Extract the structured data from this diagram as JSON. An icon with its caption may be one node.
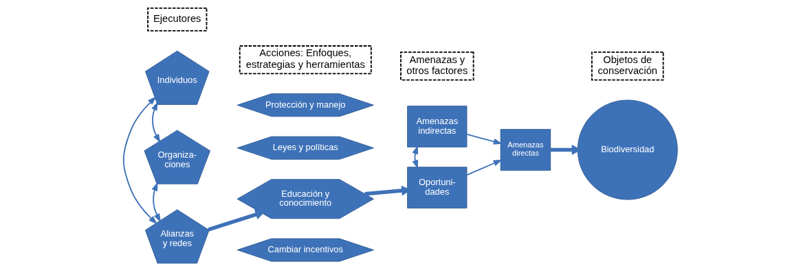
{
  "diagram": {
    "nodes": [
      {
        "text": [
          "Ejecutores"
        ]
      },
      {
        "text": [
          "Acciones: Enfoques, estrategias y herramientas"
        ]
      },
      {
        "text": [
          "Amenazas y otros factores"
        ]
      },
      {
        "text": [
          "Objetos de conservación"
        ]
      },
      {
        "text": [
          "Individuos"
        ]
      },
      {
        "text": [
          "Organiza- ciones"
        ]
      },
      {
        "text": [
          "Alianzas y redes"
        ]
      },
      {
        "text": [
          "Protección y manejo"
        ]
      },
      {
        "text": [
          "Leyes y políticas"
        ]
      },
      {
        "text": [
          "Educación y conocimiento"
        ]
      },
      {
        "text": [
          "Cambiar incentivos"
        ]
      },
      {
        "text": [
          "Amenazas indirectas"
        ]
      },
      {
        "text": [
          "Oportuni- dades"
        ]
      },
      {
        "text": [
          "Amenazas directas"
        ]
      },
      {
        "text": [
          "Biodiversidad"
        ]
      }
    ],
    "edges": [
      {
        "from": 4,
        "to": 5,
        "arrow": "both"
      },
      {
        "from": 4,
        "to": 6,
        "arrow": "both"
      },
      {
        "from": 5,
        "to": 6,
        "arrow": "both"
      },
      {
        "from": 6,
        "to": 9,
        "arrow": "to",
        "style": "thick"
      },
      {
        "from": 9,
        "to": 12,
        "arrow": "to",
        "style": "thick"
      },
      {
        "from": 11,
        "to": 12,
        "arrow": "both"
      },
      {
        "from": 11,
        "to": 13,
        "arrow": "to"
      },
      {
        "from": 12,
        "to": 13,
        "arrow": "to"
      },
      {
        "from": 13,
        "to": 14,
        "arrow": "to",
        "style": "thick"
      }
    ]
  }
}
